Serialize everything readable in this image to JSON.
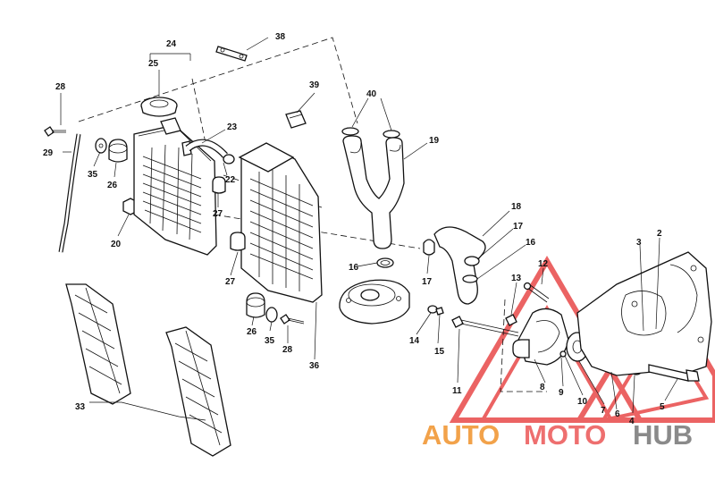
{
  "diagram": {
    "callouts": [
      "24",
      "25",
      "38",
      "39",
      "40",
      "19",
      "28",
      "29",
      "35",
      "26",
      "23",
      "22",
      "27",
      "20",
      "18",
      "17",
      "16",
      "12",
      "13",
      "3",
      "2",
      "14",
      "15",
      "11",
      "8",
      "9",
      "10",
      "7",
      "6",
      "4",
      "5",
      "33",
      "36"
    ],
    "watermark": {
      "part1": "AUTO",
      "part2": "MOTO",
      "part3": "HUB"
    },
    "colors": {
      "line": "#111111",
      "auto": "#f2a24a",
      "moto": "#ee6f6f",
      "hub": "#8a8a8a",
      "triangle": "#e84848"
    }
  }
}
